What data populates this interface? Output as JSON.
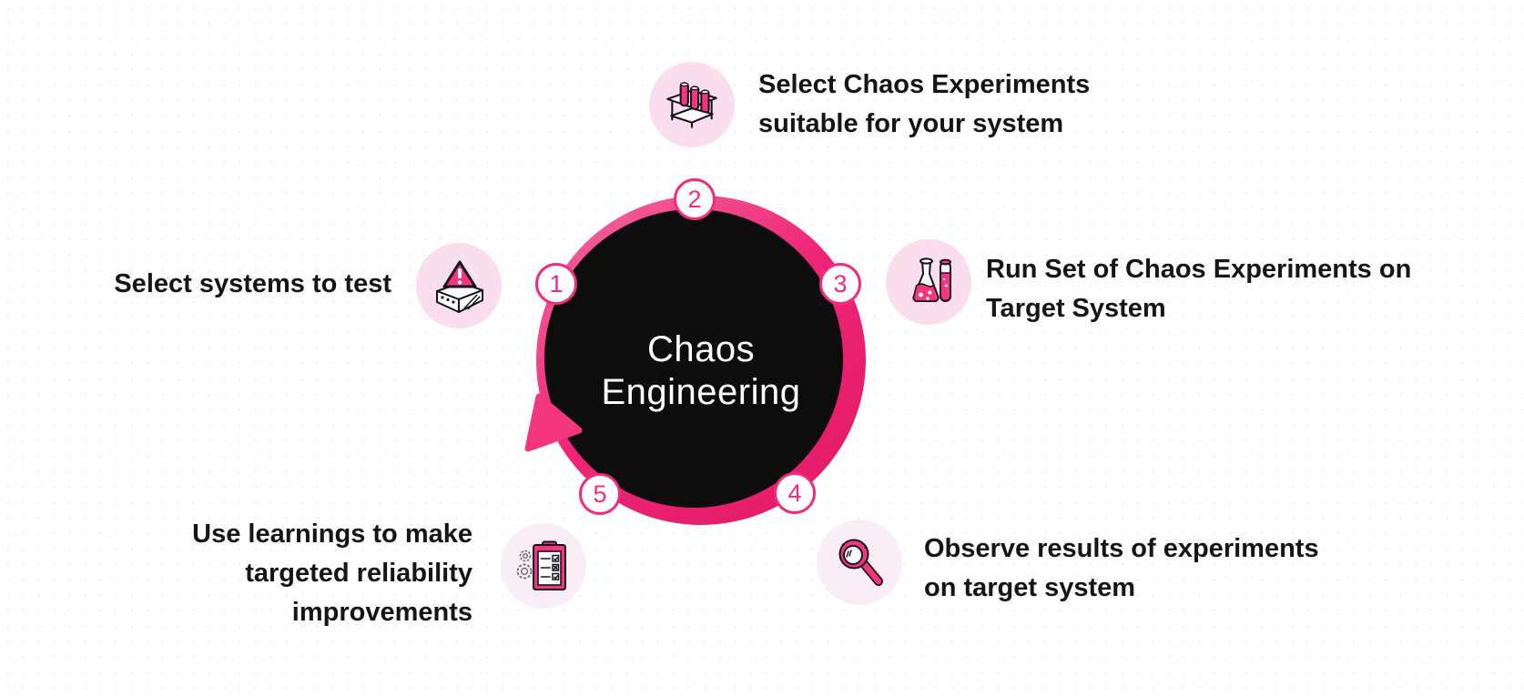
{
  "title": {
    "line1": "Chaos",
    "line2": "Engineering"
  },
  "colors": {
    "accent_pink": "#ee2d7b",
    "ring_gradient_start": "#f4679e",
    "ring_gradient_end": "#e41b67",
    "arrow_pink": "#f4367f",
    "center_circle": "#0d0d0d",
    "icon_tint_strong": "#fbdeed",
    "icon_tint_light": "#f9eef5",
    "label_text": "#151515"
  },
  "steps": [
    {
      "number": "1",
      "label": "Select systems to test",
      "icon": "warning-box-icon"
    },
    {
      "number": "2",
      "label": "Select Chaos Experiments\nsuitable for your system",
      "icon": "test-tube-rack-icon"
    },
    {
      "number": "3",
      "label": "Run Set of Chaos Experiments on\nTarget System",
      "icon": "flask-and-tube-icon"
    },
    {
      "number": "4",
      "label": "Observe results of experiments\non target system",
      "icon": "magnifying-glass-icon"
    },
    {
      "number": "5",
      "label": "Use learnings to make\ntargeted reliability\nimprovements",
      "icon": "clipboard-checklist-icon"
    }
  ]
}
